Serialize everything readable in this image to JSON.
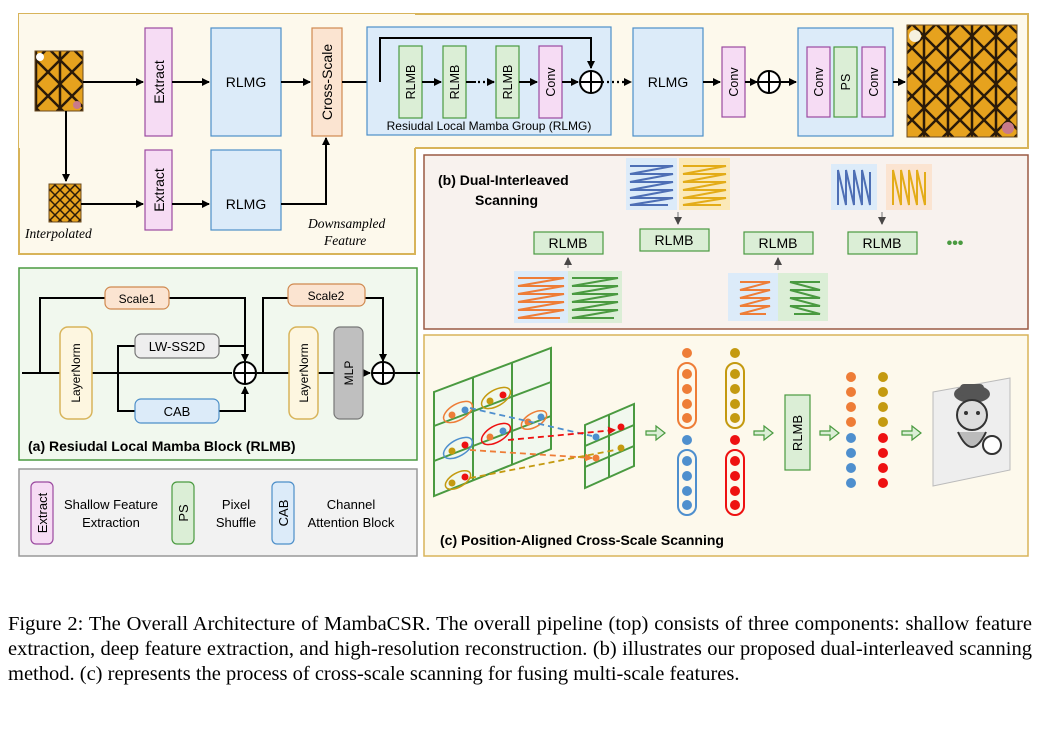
{
  "top": {
    "extract": "Extract",
    "rlmg": "RLMG",
    "cross_scale": "Cross-Scale",
    "rlmb": "RLMB",
    "conv": "Conv",
    "ps": "PS",
    "group_label": "Resiudal Local Mamba Group (RLMG)",
    "interpolated": "Interpolated",
    "downsampled_1": "Downsampled",
    "downsampled_2": "Feature"
  },
  "rlmb_block": {
    "scale1": "Scale1",
    "scale2": "Scale2",
    "layernorm": "LayerNorm",
    "lw_ss2d": "LW-SS2D",
    "cab": "CAB",
    "mlp": "MLP",
    "title": "(a) Resiudal Local Mamba Block (RLMB)"
  },
  "legend": {
    "extract_tag": "Extract",
    "extract_1": "Shallow Feature",
    "extract_2": "Extraction",
    "ps_tag": "PS",
    "ps_1": "Pixel",
    "ps_2": "Shuffle",
    "cab_tag": "CAB",
    "cab_1": "Channel",
    "cab_2": "Attention Block"
  },
  "dual": {
    "title_1": "(b) Dual-Interleaved",
    "title_2": "Scanning",
    "rlmb": "RLMB",
    "ellipsis": "•••"
  },
  "cross": {
    "title": "(c) Position-Aligned Cross-Scale Scanning",
    "rlmb": "RLMB"
  },
  "caption": "Figure 2: The Overall Architecture of MambaCSR. The overall pipeline (top) consists of three components: shallow feature extraction, deep feature extraction, and high-resolution reconstruction. (b) illustrates our proposed dual-interleaved scanning method. (c) represents the process of cross-scale scanning for fusing multi-scale features.",
  "colors": {
    "pink_fill": "#f6dcf4",
    "pink_stroke": "#9b4aa0",
    "blue_fill": "#dcebf9",
    "blue_stroke": "#4d8fc9",
    "green_fill": "#dbeed6",
    "green_stroke": "#4a9a40",
    "orange_fill": "#fbe4d1",
    "orange_stroke": "#d0894f",
    "gold_border": "#d8b45a",
    "brown_border": "#9a5a44",
    "dot_orange": "#ee7d37",
    "dot_gold": "#c49a10",
    "dot_blue": "#4e8fce",
    "dot_red": "#ee1111"
  }
}
